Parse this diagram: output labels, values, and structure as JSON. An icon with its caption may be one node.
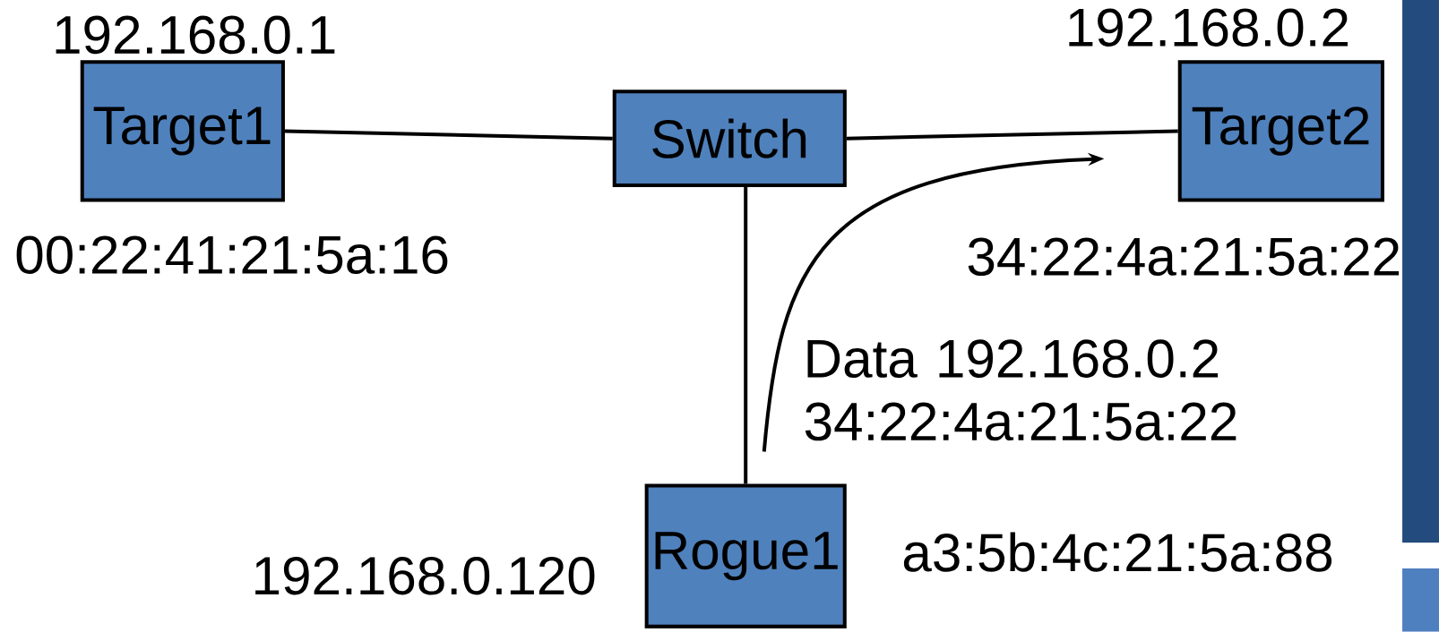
{
  "diagram": {
    "nodes": [
      {
        "text": [
          "Target1"
        ],
        "beside": [
          "192.168.0.1",
          "00:22:41:21:5a:16"
        ]
      },
      {
        "text": [
          "Switch"
        ]
      },
      {
        "text": [
          "Target2"
        ],
        "beside": [
          "192.168.0.2",
          "34:22:4a:21:5a:22"
        ]
      },
      {
        "text": [
          "Rogue1"
        ],
        "beside": [
          "192.168.0.120",
          "a3:5b:4c:21:5a:88"
        ]
      }
    ],
    "edges": [
      {
        "from": 0,
        "to": 1,
        "arrow": "none"
      },
      {
        "from": 1,
        "to": 2,
        "arrow": "none"
      },
      {
        "from": 1,
        "to": 3,
        "arrow": "none"
      },
      {
        "from": 3,
        "to": 2,
        "arrow": "to",
        "label": "Data 192.168.0.2 34:22:4a:21:5a:22"
      }
    ]
  }
}
